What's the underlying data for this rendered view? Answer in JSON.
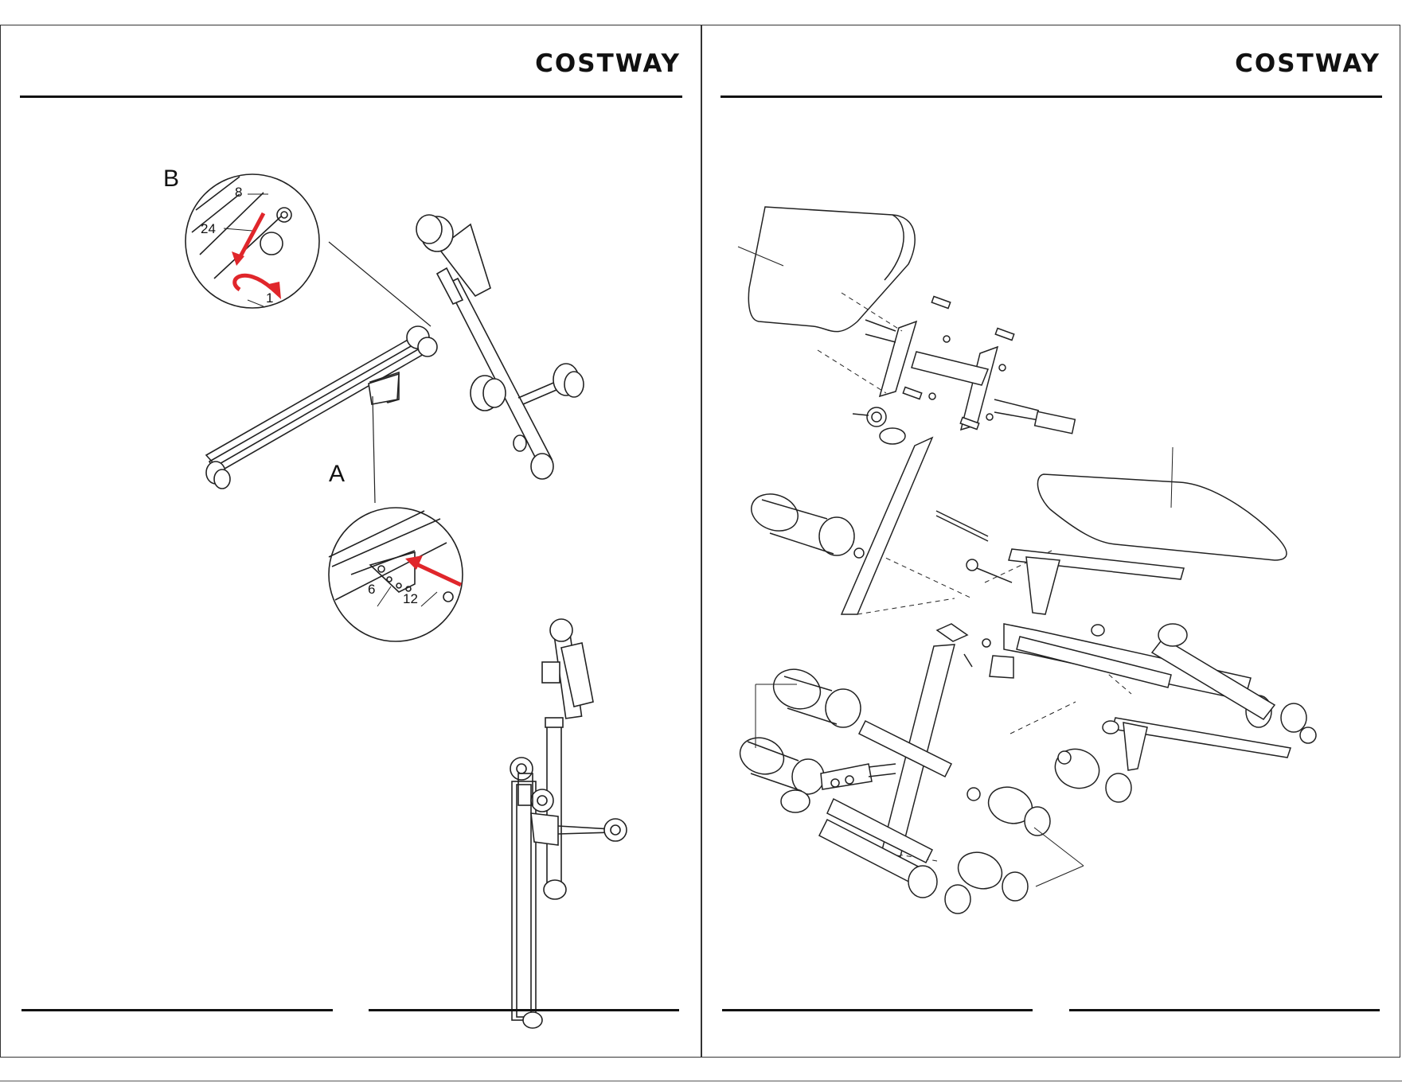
{
  "brand": "COSTWAY",
  "left_page": {
    "detail_b": {
      "letter": "B",
      "parts": [
        "8",
        "24",
        "1"
      ]
    },
    "detail_a": {
      "letter": "A",
      "parts": [
        "6",
        "12"
      ]
    }
  },
  "colors": {
    "accent_arrow": "#e0262b",
    "line": "#222222"
  }
}
